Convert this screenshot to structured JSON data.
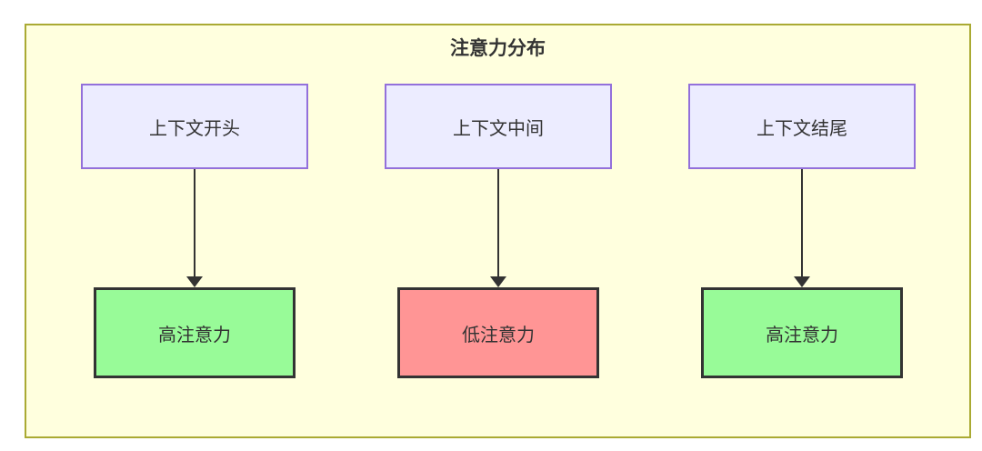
{
  "diagram": {
    "title": "注意力分布",
    "columns": [
      {
        "source": "上下文开头",
        "target": "高注意力",
        "target_level": "high"
      },
      {
        "source": "上下文中间",
        "target": "低注意力",
        "target_level": "low"
      },
      {
        "source": "上下文结尾",
        "target": "高注意力",
        "target_level": "high"
      }
    ],
    "colors": {
      "cluster_fill": "#FFFFDE",
      "cluster_border": "#AAAA33",
      "node_fill": "#ECECFF",
      "node_border": "#9370DB",
      "high_fill": "#98FB98",
      "low_fill": "#FF9595",
      "emphasis_border": "#333333",
      "arrow": "#333333",
      "text": "#333333"
    }
  }
}
